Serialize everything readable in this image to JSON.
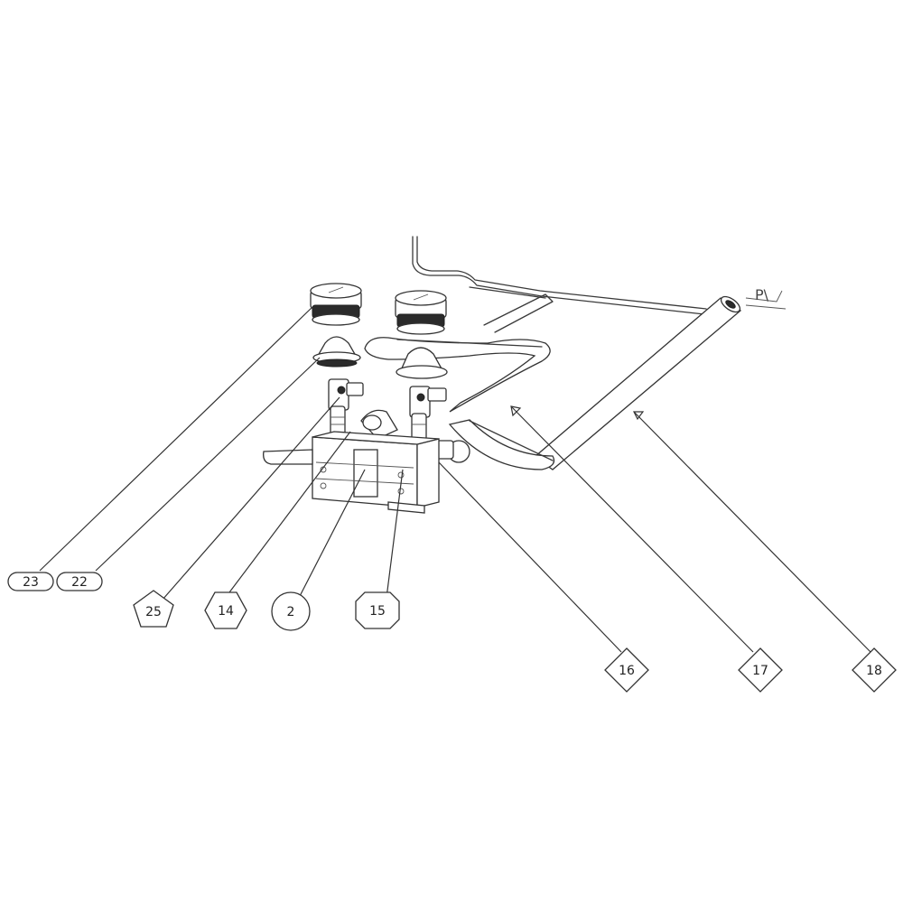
{
  "callouts": [
    {
      "id": "c23",
      "label": "23",
      "shape": "ellipse"
    },
    {
      "id": "c22",
      "label": "22",
      "shape": "ellipse"
    },
    {
      "id": "c25",
      "label": "25",
      "shape": "pentagon"
    },
    {
      "id": "c14",
      "label": "14",
      "shape": "hexagon"
    },
    {
      "id": "c2",
      "label": "2",
      "shape": "circle"
    },
    {
      "id": "c15",
      "label": "15",
      "shape": "octagon"
    },
    {
      "id": "c16",
      "label": "16",
      "shape": "diamond"
    },
    {
      "id": "c17",
      "label": "17",
      "shape": "diamond"
    },
    {
      "id": "c18",
      "label": "18",
      "shape": "diamond"
    }
  ],
  "corner_text": "P\\"
}
